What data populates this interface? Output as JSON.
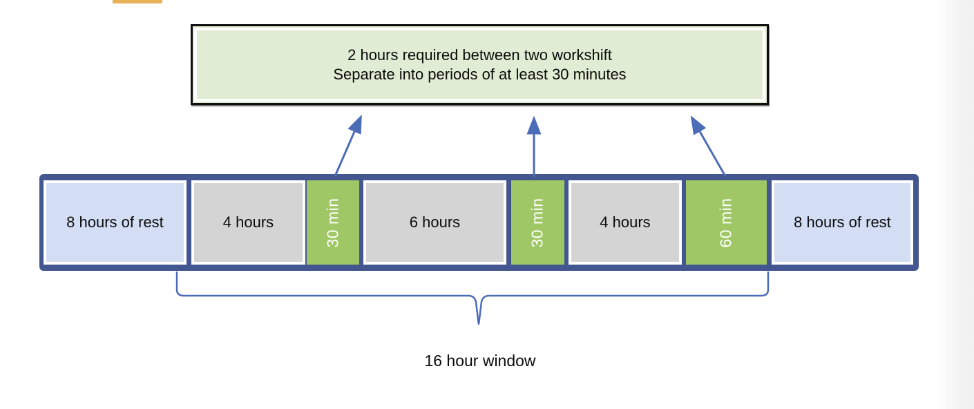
{
  "callout": {
    "line1": "2 hours required between two workshift",
    "line2": "Separate into periods of at least 30 minutes"
  },
  "timeline": {
    "segments": [
      {
        "label": "8 hours of rest",
        "type": "rest"
      },
      {
        "label": "4 hours",
        "type": "work"
      },
      {
        "label": "30 min",
        "type": "break"
      },
      {
        "label": "6 hours",
        "type": "work"
      },
      {
        "label": "30 min",
        "type": "break"
      },
      {
        "label": "4 hours",
        "type": "work"
      },
      {
        "label": "60 min",
        "type": "break"
      },
      {
        "label": "8 hours of rest",
        "type": "rest"
      }
    ]
  },
  "window_label": "16 hour window",
  "colors": {
    "bar_frame": "#44568F",
    "rest_fill": "#D3DEF5",
    "work_fill": "#D4D4D4",
    "break_fill": "#A0C765",
    "callout_fill": "#E0ECD3",
    "callout_border": "#0d0d0d",
    "connector_blue": "#4D6CB7",
    "accent_orange": "#E9B256",
    "segment_border": "#FFFFFF"
  }
}
